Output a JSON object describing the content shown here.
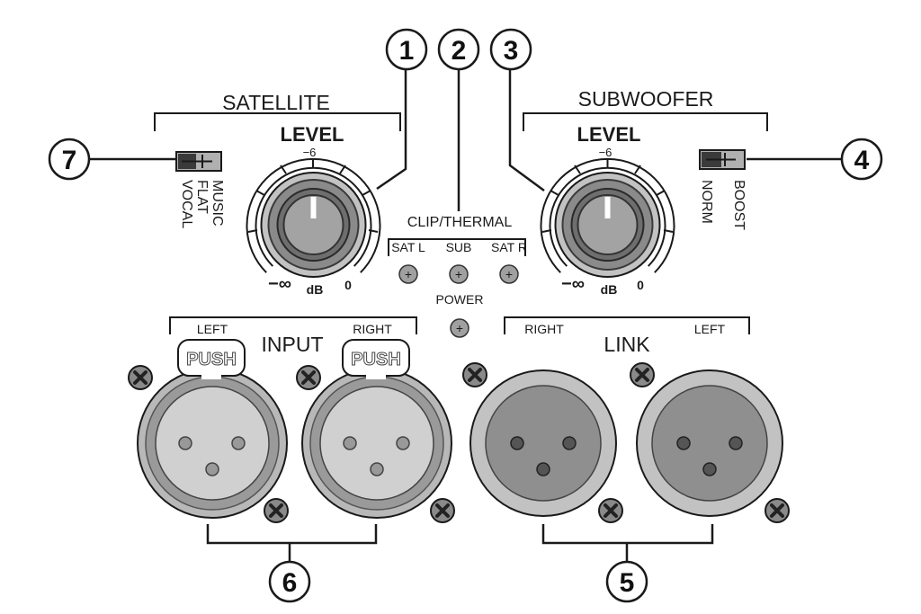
{
  "satellite": {
    "section_label": "SATELLITE",
    "level_label": "LEVEL",
    "scale_top": "−6",
    "scale_min": "−∞",
    "scale_unit": "dB",
    "scale_max": "0",
    "eq_switch": {
      "options": [
        "MUSIC",
        "FLAT",
        "VOCAL"
      ]
    }
  },
  "subwoofer": {
    "section_label": "SUBWOOFER",
    "level_label": "LEVEL",
    "scale_top": "−6",
    "scale_min": "−∞",
    "scale_unit": "dB",
    "scale_max": "0",
    "boost_switch": {
      "options": [
        "BOOST",
        "NORM"
      ]
    }
  },
  "indicators": {
    "group_label": "CLIP/THERMAL",
    "leds": [
      "SAT L",
      "SUB",
      "SAT R"
    ],
    "power_label": "POWER",
    "led_symbol": "+"
  },
  "input": {
    "label": "INPUT",
    "left_label": "LEFT",
    "right_label": "RIGHT",
    "push_label": "PUSH"
  },
  "link": {
    "label": "LINK",
    "right_label": "RIGHT",
    "left_label": "LEFT"
  },
  "callouts": [
    "1",
    "2",
    "3",
    "4",
    "5",
    "6",
    "7"
  ],
  "colors": {
    "ink": "#1a1a1a",
    "knob": "#9a9a9a",
    "knob_ring": "#6e6e6e",
    "xlr_outer": "#b8b8b8",
    "xlr_face": "#d0d0d0",
    "link_outer": "#c2c2c2",
    "link_face": "#8f8f8f",
    "screw": "#8a8a8a"
  }
}
